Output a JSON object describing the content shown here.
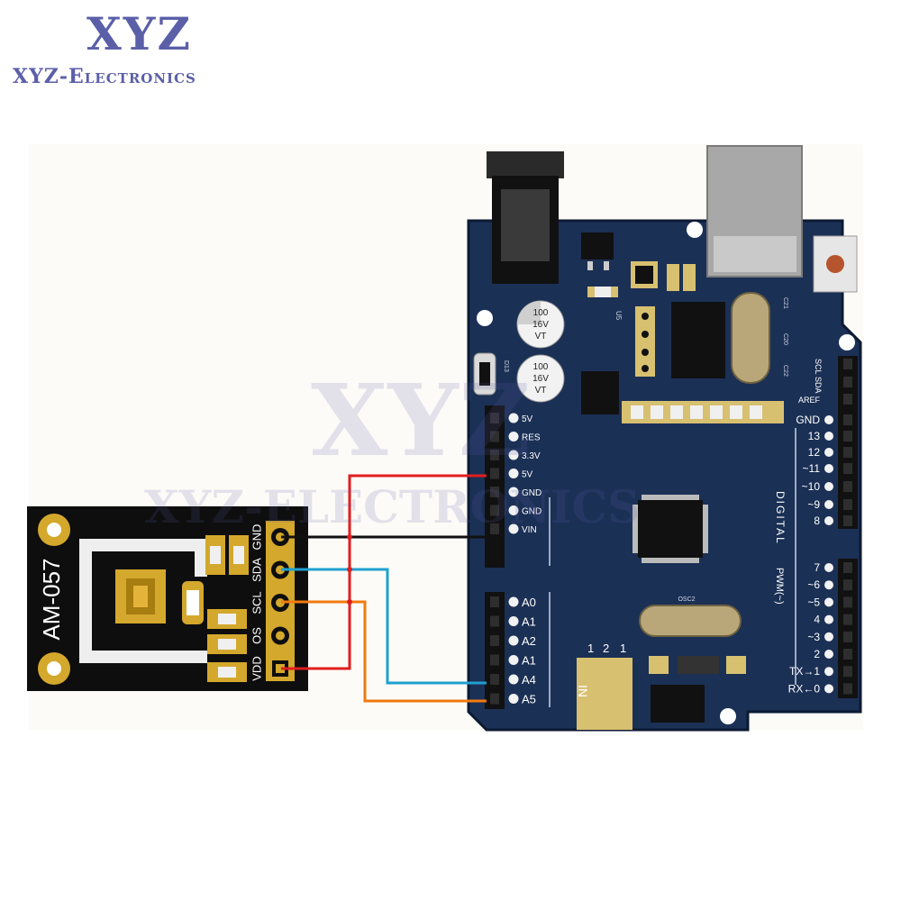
{
  "logo": {
    "big": "XYZ",
    "small": "XYZ-Electronics"
  },
  "watermark": {
    "big": "XYZ",
    "small": "XYZ-ELECTRONICS"
  },
  "sensor": {
    "name": "AM-057",
    "pins": [
      "GND",
      "SDA",
      "SCL",
      "OS",
      "VDD"
    ]
  },
  "arduino": {
    "power_pins": [
      "5V",
      "RES",
      "3.3V",
      "5V",
      "GND",
      "GND",
      "VIN"
    ],
    "analog_pins": [
      "A0",
      "A1",
      "A2",
      "A1",
      "A4",
      "A5"
    ],
    "in_label": "IN",
    "header_nums": [
      "1",
      "2",
      "1"
    ],
    "digital_top": [
      "SCL",
      "SDA",
      "AREF",
      "GND",
      "13",
      "12",
      "~11",
      "~10",
      "~9",
      "8"
    ],
    "digital_bottom": [
      "7",
      "~6",
      "~5",
      "4",
      "~3",
      "2",
      "TX→1",
      "RX←0"
    ],
    "digital_label": "DIGITAL",
    "pwm_label": "PWM(~)",
    "cap_text": [
      "100",
      "16V",
      "VT"
    ],
    "chip_labels": [
      "U5",
      "D13",
      "C21",
      "C20",
      "C22",
      "OSC2"
    ]
  },
  "wires": {
    "colors": {
      "vcc": "#e01e1e",
      "gnd": "#111111",
      "sda": "#1ea0d0",
      "scl": "#f07a10"
    }
  }
}
